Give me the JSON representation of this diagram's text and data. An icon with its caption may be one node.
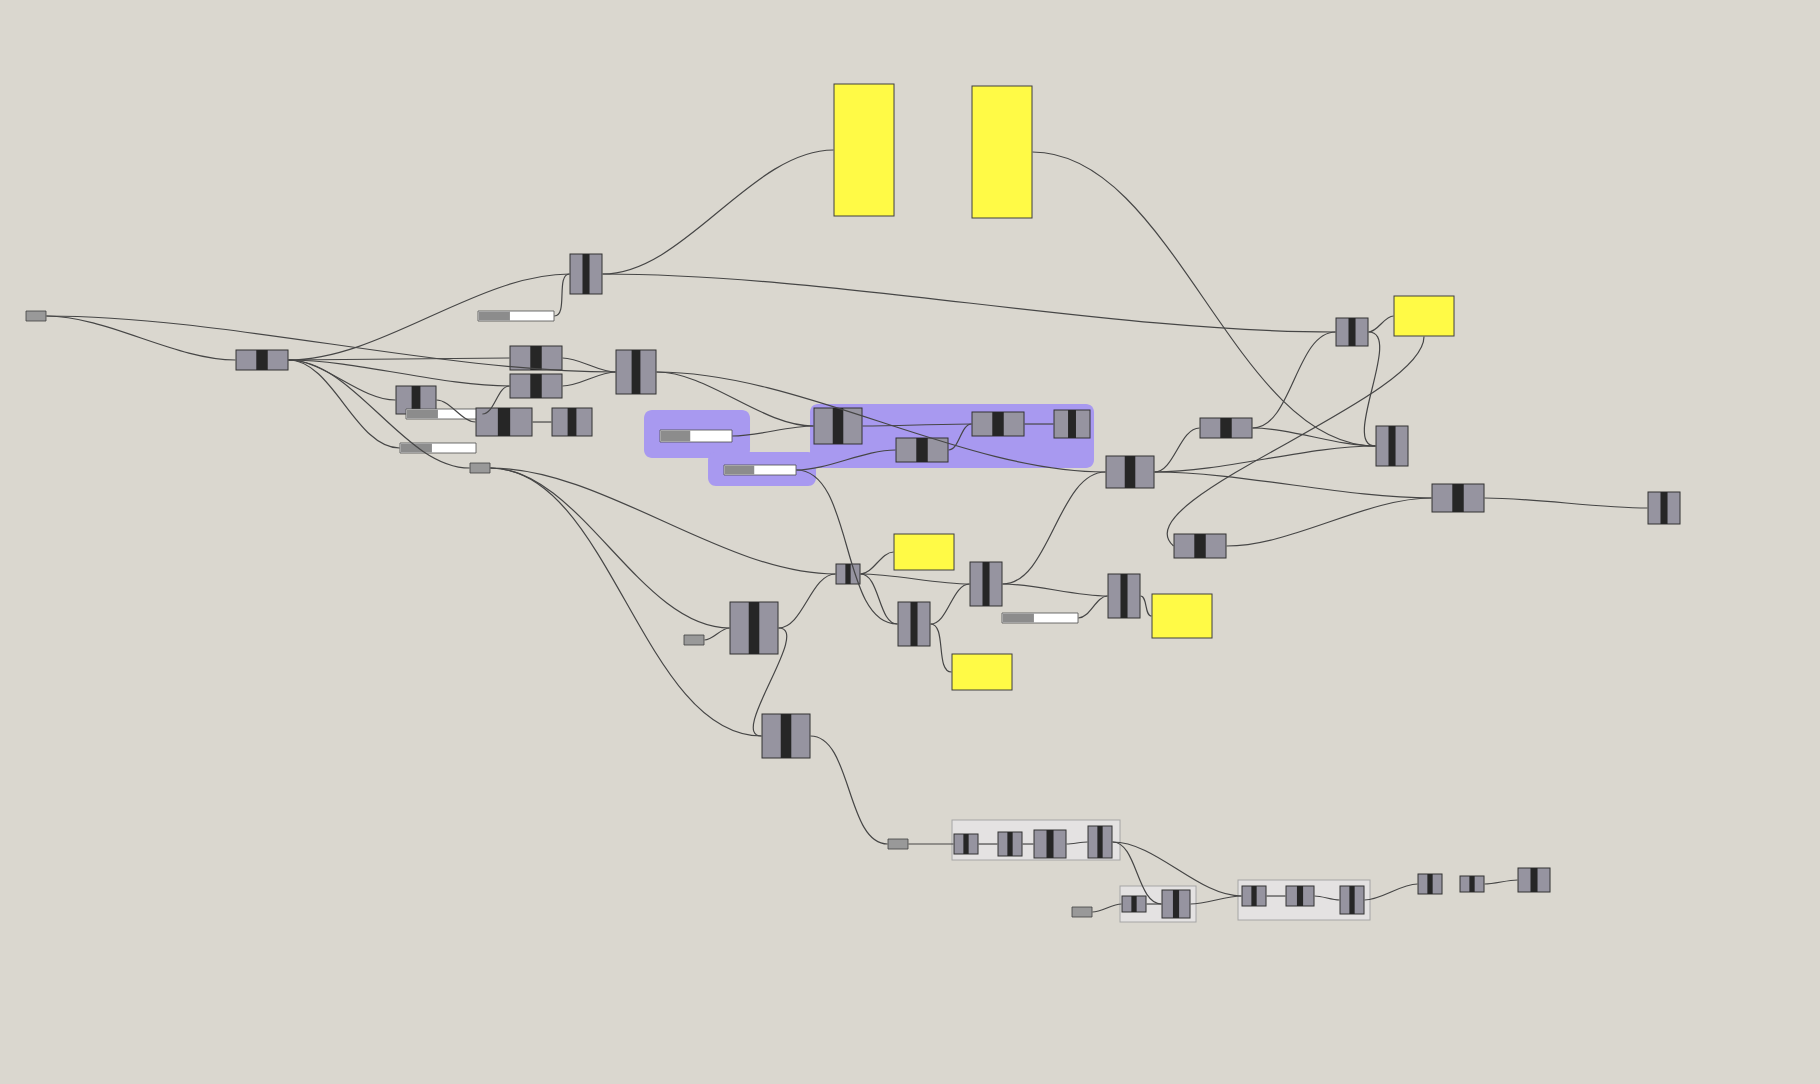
{
  "diagram": {
    "nodes": [
      {
        "text": [],
        "shape": "box"
      },
      {
        "text": [],
        "shape": "box"
      },
      {
        "text": [],
        "shape": "box"
      },
      {
        "text": [],
        "shape": "bar"
      },
      {
        "text": [],
        "shape": "box"
      },
      {
        "text": [],
        "shape": "box"
      },
      {
        "text": [],
        "shape": "box"
      },
      {
        "text": [],
        "shape": "box"
      },
      {
        "text": [],
        "shape": "box"
      },
      {
        "text": [],
        "shape": "box"
      },
      {
        "text": [],
        "shape": "box"
      },
      {
        "text": [],
        "shape": "box"
      },
      {
        "text": [],
        "shape": "bar"
      },
      {
        "text": [],
        "shape": "box"
      },
      {
        "text": [],
        "shape": "box"
      },
      {
        "text": [],
        "shape": "bar"
      },
      {
        "text": [],
        "shape": "box"
      },
      {
        "text": [],
        "shape": "band"
      },
      {
        "text": [],
        "shape": "bar",
        "in": 17
      },
      {
        "text": [],
        "shape": "box",
        "in": 17
      },
      {
        "text": [],
        "shape": "box",
        "in": 17
      },
      {
        "text": [],
        "shape": "box",
        "in": 17
      },
      {
        "text": [],
        "shape": "box",
        "in": 17
      },
      {
        "text": [],
        "shape": "bar",
        "in": 17
      },
      {
        "text": [],
        "shape": "box"
      },
      {
        "text": [],
        "shape": "box"
      },
      {
        "text": [],
        "shape": "box"
      },
      {
        "text": [],
        "shape": "box"
      },
      {
        "text": [],
        "shape": "box"
      },
      {
        "text": [],
        "shape": "box"
      },
      {
        "text": [],
        "shape": "box"
      },
      {
        "text": [],
        "shape": "box"
      },
      {
        "text": [],
        "shape": "box"
      },
      {
        "text": [],
        "shape": "box"
      },
      {
        "text": [],
        "shape": "bar"
      },
      {
        "text": [],
        "shape": "box"
      },
      {
        "text": [],
        "shape": "box"
      },
      {
        "text": [],
        "shape": "box"
      },
      {
        "text": [],
        "shape": "box"
      },
      {
        "text": [],
        "shape": "box"
      },
      {
        "text": [],
        "shape": "box"
      },
      {
        "text": [],
        "shape": "box"
      },
      {
        "text": [],
        "shape": "box"
      },
      {
        "text": [],
        "shape": "box",
        "in": 42
      },
      {
        "text": [],
        "shape": "box",
        "in": 42
      },
      {
        "text": [],
        "shape": "box",
        "in": 42
      },
      {
        "text": [],
        "shape": "box",
        "in": 42
      },
      {
        "text": [],
        "shape": "box"
      },
      {
        "text": [],
        "shape": "box"
      },
      {
        "text": [],
        "shape": "box",
        "in": 48
      },
      {
        "text": [],
        "shape": "box",
        "in": 48
      },
      {
        "text": [],
        "shape": "box"
      },
      {
        "text": [],
        "shape": "box",
        "in": 51
      },
      {
        "text": [],
        "shape": "box",
        "in": 51
      },
      {
        "text": [],
        "shape": "box",
        "in": 51
      },
      {
        "text": [],
        "shape": "box"
      },
      {
        "text": [],
        "shape": "box"
      },
      {
        "text": [],
        "shape": "box"
      }
    ],
    "edges": [
      {
        "from": 4,
        "to": 5,
        "arrow": "none"
      },
      {
        "from": 4,
        "to": 7,
        "arrow": "none"
      },
      {
        "from": 5,
        "to": 2,
        "arrow": "none"
      },
      {
        "from": 3,
        "to": 2,
        "arrow": "none"
      },
      {
        "from": 2,
        "to": 0,
        "arrow": "none"
      },
      {
        "from": 2,
        "to": 9,
        "arrow": "none"
      },
      {
        "from": 5,
        "to": 6,
        "arrow": "none"
      },
      {
        "from": 5,
        "to": 10,
        "arrow": "none"
      },
      {
        "from": 5,
        "to": 11,
        "arrow": "none"
      },
      {
        "from": 5,
        "to": 15,
        "arrow": "none"
      },
      {
        "from": 5,
        "to": 16,
        "arrow": "none"
      },
      {
        "from": 6,
        "to": 7,
        "arrow": "none"
      },
      {
        "from": 10,
        "to": 7,
        "arrow": "none"
      },
      {
        "from": 12,
        "to": 10,
        "arrow": "none"
      },
      {
        "from": 11,
        "to": 13,
        "arrow": "none"
      },
      {
        "from": 13,
        "to": 14,
        "arrow": "none"
      },
      {
        "from": 7,
        "to": 19,
        "arrow": "none"
      },
      {
        "from": 7,
        "to": 26,
        "arrow": "none"
      },
      {
        "from": 18,
        "to": 19,
        "arrow": "none"
      },
      {
        "from": 23,
        "to": 22,
        "arrow": "none"
      },
      {
        "from": 23,
        "to": 36,
        "arrow": "none"
      },
      {
        "from": 19,
        "to": 20,
        "arrow": "none"
      },
      {
        "from": 22,
        "to": 20,
        "arrow": "none"
      },
      {
        "from": 20,
        "to": 21,
        "arrow": "none"
      },
      {
        "from": 16,
        "to": 31,
        "arrow": "none"
      },
      {
        "from": 16,
        "to": 37,
        "arrow": "none"
      },
      {
        "from": 16,
        "to": 40,
        "arrow": "none"
      },
      {
        "from": 38,
        "to": 37,
        "arrow": "none"
      },
      {
        "from": 37,
        "to": 31,
        "arrow": "none"
      },
      {
        "from": 37,
        "to": 40,
        "arrow": "none"
      },
      {
        "from": 31,
        "to": 30,
        "arrow": "none"
      },
      {
        "from": 31,
        "to": 36,
        "arrow": "none"
      },
      {
        "from": 31,
        "to": 32,
        "arrow": "none"
      },
      {
        "from": 36,
        "to": 32,
        "arrow": "none"
      },
      {
        "from": 36,
        "to": 39,
        "arrow": "none"
      },
      {
        "from": 32,
        "to": 26,
        "arrow": "none"
      },
      {
        "from": 34,
        "to": 33,
        "arrow": "none"
      },
      {
        "from": 33,
        "to": 35,
        "arrow": "none"
      },
      {
        "from": 26,
        "to": 24,
        "arrow": "none"
      },
      {
        "from": 26,
        "to": 27,
        "arrow": "none"
      },
      {
        "from": 26,
        "to": 25,
        "arrow": "none"
      },
      {
        "from": 24,
        "to": 9,
        "arrow": "none"
      },
      {
        "from": 24,
        "to": 25,
        "arrow": "none"
      },
      {
        "from": 29,
        "to": 27,
        "arrow": "none"
      },
      {
        "from": 29,
        "to": 8,
        "arrow": "none"
      },
      {
        "from": 9,
        "to": 8,
        "arrow": "none"
      },
      {
        "from": 9,
        "to": 25,
        "arrow": "none"
      },
      {
        "from": 1,
        "to": 25,
        "arrow": "none"
      },
      {
        "from": 27,
        "to": 28,
        "arrow": "none"
      },
      {
        "from": 40,
        "to": 41,
        "arrow": "none"
      },
      {
        "from": 41,
        "to": 43,
        "arrow": "none"
      },
      {
        "from": 43,
        "to": 44,
        "arrow": "none"
      },
      {
        "from": 44,
        "to": 45,
        "arrow": "none"
      },
      {
        "from": 45,
        "to": 46,
        "arrow": "none"
      },
      {
        "from": 46,
        "to": 50,
        "arrow": "none"
      },
      {
        "from": 46,
        "to": 52,
        "arrow": "none"
      },
      {
        "from": 47,
        "to": 49,
        "arrow": "none"
      },
      {
        "from": 49,
        "to": 50,
        "arrow": "none"
      },
      {
        "from": 50,
        "to": 52,
        "arrow": "none"
      },
      {
        "from": 52,
        "to": 53,
        "arrow": "none"
      },
      {
        "from": 53,
        "to": 54,
        "arrow": "none"
      },
      {
        "from": 54,
        "to": 55,
        "arrow": "none"
      },
      {
        "from": 56,
        "to": 57,
        "arrow": "none"
      },
      {
        "from": 32,
        "to": 33,
        "arrow": "none"
      }
    ]
  }
}
